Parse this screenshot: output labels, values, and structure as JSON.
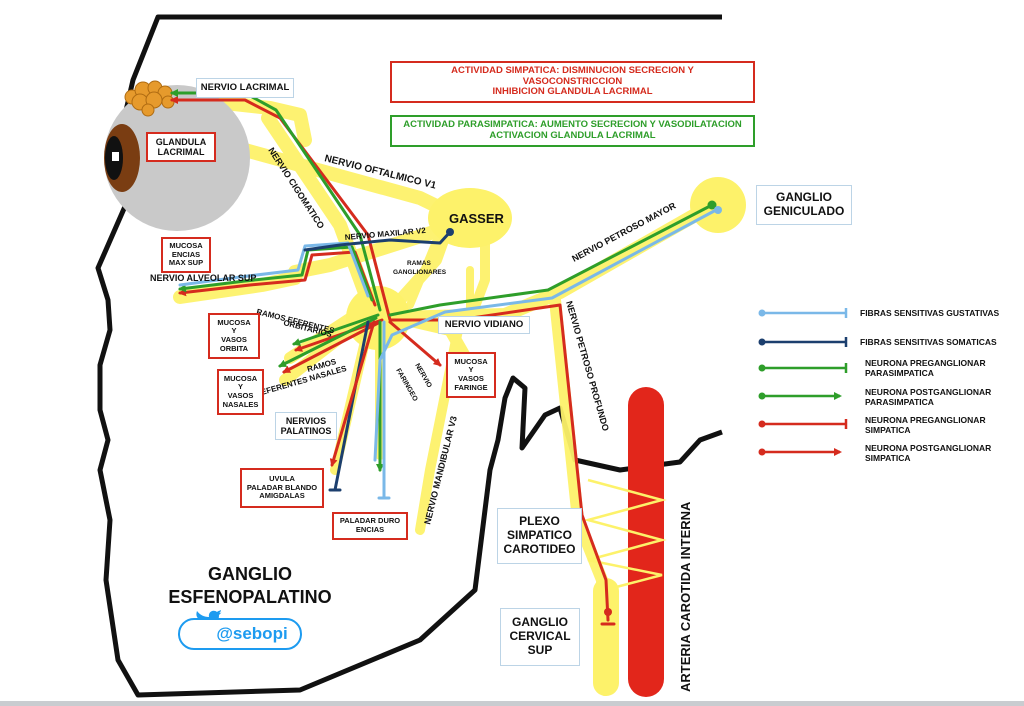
{
  "colors": {
    "sensitive_gustatory": "#7ab8e8",
    "sensitive_somatic": "#1c3f6e",
    "parasympathetic": "#2e9e2a",
    "sympathetic": "#d52b1e",
    "highlight": "#fdf26a",
    "carotid": "#e2261b",
    "eye": "#c9c9c9",
    "iris": "#7a3d12",
    "twitter": "#1d9bf0"
  },
  "boxes": {
    "sympathetic_activity": [
      "ACTIVIDAD SIMPATICA: DISMINUCION SECRECION Y",
      "VASOCONSTRICCION",
      "INHIBICION GLANDULA LACRIMAL"
    ],
    "parasympathetic_activity": [
      "ACTIVIDAD PARASIMPATICA: AUMENTO SECRECION Y VASODILATACION",
      "ACTIVACION GLANDULA LACRIMAL"
    ],
    "glandula_lacrimal": [
      "GLANDULA",
      "LACRIMAL"
    ],
    "mucosa_encias": [
      "MUCOSA",
      "ENCIAS",
      "MAX SUP"
    ],
    "mucosa_orbita": [
      "MUCOSA",
      "Y",
      "VASOS",
      "ORBITA"
    ],
    "mucosa_nasales": [
      "MUCOSA",
      "Y",
      "VASOS",
      "NASALES"
    ],
    "mucosa_faringe": [
      "MUCOSA",
      "Y",
      "VASOS",
      "FARINGE"
    ],
    "uvula": [
      "UVULA",
      "PALADAR BLANDO",
      "AMIGDALAS"
    ],
    "paladar_duro": [
      "PALADAR DURO",
      "ENCIAS"
    ],
    "nervio_lacrimal": [
      "NERVIO LACRIMAL"
    ],
    "nervios_palatinos": [
      "NERVIOS",
      "PALATINOS"
    ],
    "nervio_vidiano": [
      "NERVIO VIDIANO"
    ],
    "ganglio_geniculado": [
      "GANGLIO",
      "GENICULADO"
    ],
    "plexo": [
      "PLEXO",
      "SIMPATICO",
      "CAROTIDEO"
    ],
    "ganglio_cervical": [
      "GANGLIO",
      "CERVICAL",
      "SUP"
    ]
  },
  "labels": {
    "gasser": "GASSER",
    "nervio_oftalmico": "NERVIO OFTALMICO V1",
    "nervio_cigomatico": "NERVIO CIGOMATICO",
    "nervio_maxilar": "NERVIO MAXILAR V2",
    "ramas_ganglionares_1": "RAMAS",
    "ramas_ganglionares_2": "GANGLIONARES",
    "nervio_alveolar": "NERVIO ALVEOLAR SUP",
    "ramos_orbitarios_1": "RAMOS EFERENTES",
    "ramos_orbitarios_2": "ORBITARIOS",
    "ramos_nasales_1": "RAMOS",
    "ramos_nasales_2": "EFERENTES NASALES",
    "nervio_faringeo_1": "NERVIO",
    "nervio_faringeo_2": "FARINGEO",
    "nervio_mandibular": "NERVIO MANDIBULAR V3",
    "nervio_petroso_mayor": "NERVIO PETROSO MAYOR",
    "nervio_petroso_profundo": "NERVIO PETROSO PROFUNDO",
    "arteria_carotida": "ARTERIA CAROTIDA INTERNA",
    "ganglio_esfenopalatino": [
      "GANGLIO",
      "ESFENOPALATINO"
    ],
    "twitter_handle": "@sebopi"
  },
  "legend": [
    {
      "label": [
        "FIBRAS SENSITIVAS GUSTATIVAS"
      ],
      "color": "#7ab8e8",
      "end": "bar"
    },
    {
      "label": [
        "FIBRAS SENSITIVAS SOMATICAS"
      ],
      "color": "#1c3f6e",
      "end": "bar"
    },
    {
      "label": [
        "NEURONA PREGANGLIONAR",
        "PARASIMPATICA"
      ],
      "color": "#2e9e2a",
      "end": "bar"
    },
    {
      "label": [
        "NEURONA POSTGANGLIONAR",
        "PARASIMPATICA"
      ],
      "color": "#2e9e2a",
      "end": "arrow"
    },
    {
      "label": [
        "NEURONA PREGANGLIONAR",
        "SIMPATICA"
      ],
      "color": "#d52b1e",
      "end": "bar"
    },
    {
      "label": [
        "NEURONA POSTGANGLIONAR",
        "SIMPATICA"
      ],
      "color": "#d52b1e",
      "end": "arrow"
    }
  ]
}
